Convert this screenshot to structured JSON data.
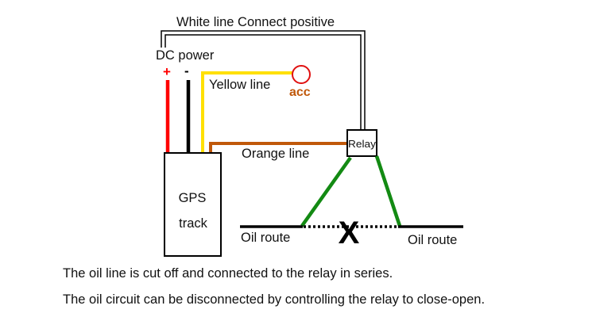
{
  "diagram": {
    "white_line_label": "White line Connect positive",
    "dc_power_label": "DC power",
    "plus_sign": "+",
    "minus_sign": "-",
    "yellow_line_label": "Yellow line",
    "acc_label": "acc",
    "orange_line_label": "Orange line",
    "relay_label": "Relay",
    "gps_label_line1": "GPS",
    "gps_label_line2": "track",
    "oil_route_left": "Oil route",
    "oil_route_right": "Oil route",
    "cut_mark": "X"
  },
  "captions": [
    "The oil line is cut off and connected to the relay in series.",
    "The oil circuit can be disconnected by controlling the relay to close-open."
  ],
  "colors": {
    "red_wire": "#ff0000",
    "black_wire": "#000000",
    "yellow_wire": "#ffe000",
    "orange_wire": "#c0580a",
    "green_wire": "#138a13",
    "acc_circle": "#e01010",
    "acc_text": "#c0580a"
  }
}
